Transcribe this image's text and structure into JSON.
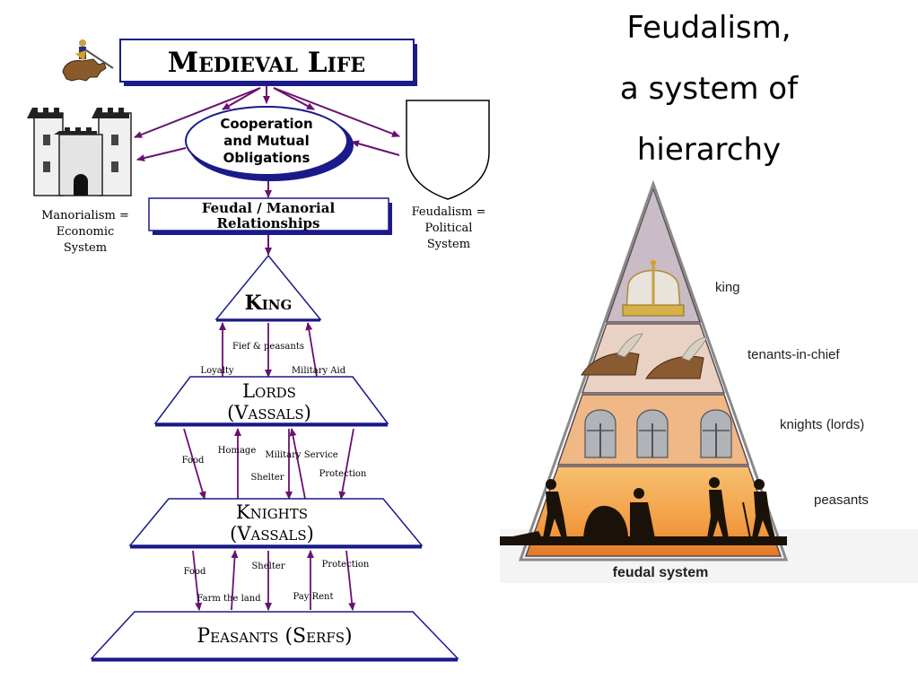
{
  "slide_title": {
    "line1": "Feudalism,",
    "line2": "a system of",
    "line3": "hierarchy"
  },
  "flowchart": {
    "header": "Medieval Life",
    "center_oval": [
      "Cooperation",
      "and Mutual",
      "Obligations"
    ],
    "relationships_box": [
      "Feudal / Manorial",
      "Relationships"
    ],
    "left_caption": [
      "Manorialism =",
      "Economic",
      "System"
    ],
    "right_caption": [
      "Feudalism =",
      "Political",
      "System"
    ],
    "tiers": {
      "king": "King",
      "lords": [
        "Lords",
        "(Vassals)"
      ],
      "knights": [
        "Knights",
        "(Vassals)"
      ],
      "peasants": "Peasants (Serfs)"
    },
    "arrow_labels": {
      "fief_peasants": "Fief & peasants",
      "loyalty": "Loyalty",
      "military_aid": "Military Aid",
      "food_1": "Food",
      "homage": "Homage",
      "military_service": "Military Service",
      "shelter_1": "Shelter",
      "protection_1": "Protection",
      "food_2": "Food",
      "shelter_2": "Shelter",
      "protection_2": "Protection",
      "farm_land": "Farm the land",
      "pay_rent": "Pay Rent"
    }
  },
  "pyramid": {
    "levels": [
      "king",
      "tenants-in-chief",
      "knights (lords)",
      "peasants"
    ],
    "caption": "feudal system"
  },
  "colors": {
    "navy": "#1a1a8a",
    "arrow_purple": "#6b1070",
    "pyramid_top": "#c9bcc6",
    "pyramid_tenants": "#e9d2c4",
    "pyramid_knights": "#efb886",
    "pyramid_peasants": "#f2a04a"
  }
}
